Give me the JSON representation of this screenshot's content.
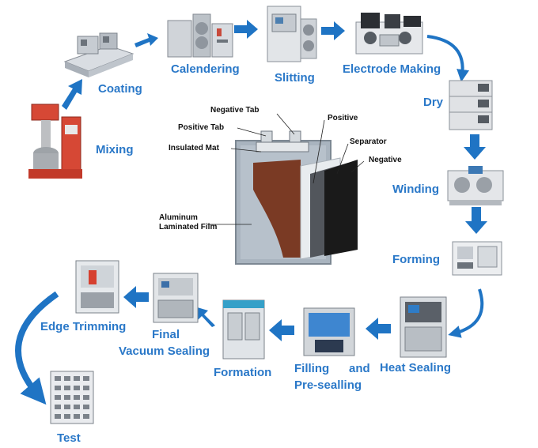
{
  "steps": {
    "coating": "Coating",
    "calendering": "Calendering",
    "slitting": "Slitting",
    "electrode_making": "Electrode Making",
    "mixing": "Mixing",
    "dry": "Dry",
    "winding": "Winding",
    "forming": "Forming",
    "heat_sealing": "Heat Sealing",
    "filling_line1": "Filling",
    "filling_and": "and",
    "filling_line2": "Pre-sealling",
    "formation": "Formation",
    "final_line1": "Final",
    "final_line2": "Vacuum Sealing",
    "edge_trimming": "Edge Trimming",
    "test": "Test"
  },
  "cell": {
    "negative_tab": "Negative Tab",
    "positive_tab": "Positive Tab",
    "insulated_mat": "Insulated Mat",
    "aluminum_line1": "Aluminum",
    "aluminum_line2": "Laminated Film",
    "positive": "Positive",
    "separator": "Separator",
    "negative": "Negative"
  },
  "colors": {
    "label": "#2a78c8",
    "arrow": "#1f74c4",
    "pouch": "#9aa7b3",
    "cathode": "#7a3a24",
    "anode": "#1a1a1a"
  }
}
